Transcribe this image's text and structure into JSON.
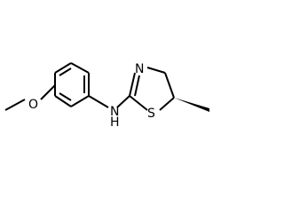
{
  "molecule": {
    "atom_labels": {
      "oxygen": "O",
      "amine_n": "N",
      "amine_h": "H",
      "ring_n": "N",
      "ring_s": "S"
    },
    "colors": {
      "bond": "#000000",
      "label": "#000000",
      "background": "#ffffff"
    },
    "stereo": "wedge-bond-to-methyl"
  }
}
